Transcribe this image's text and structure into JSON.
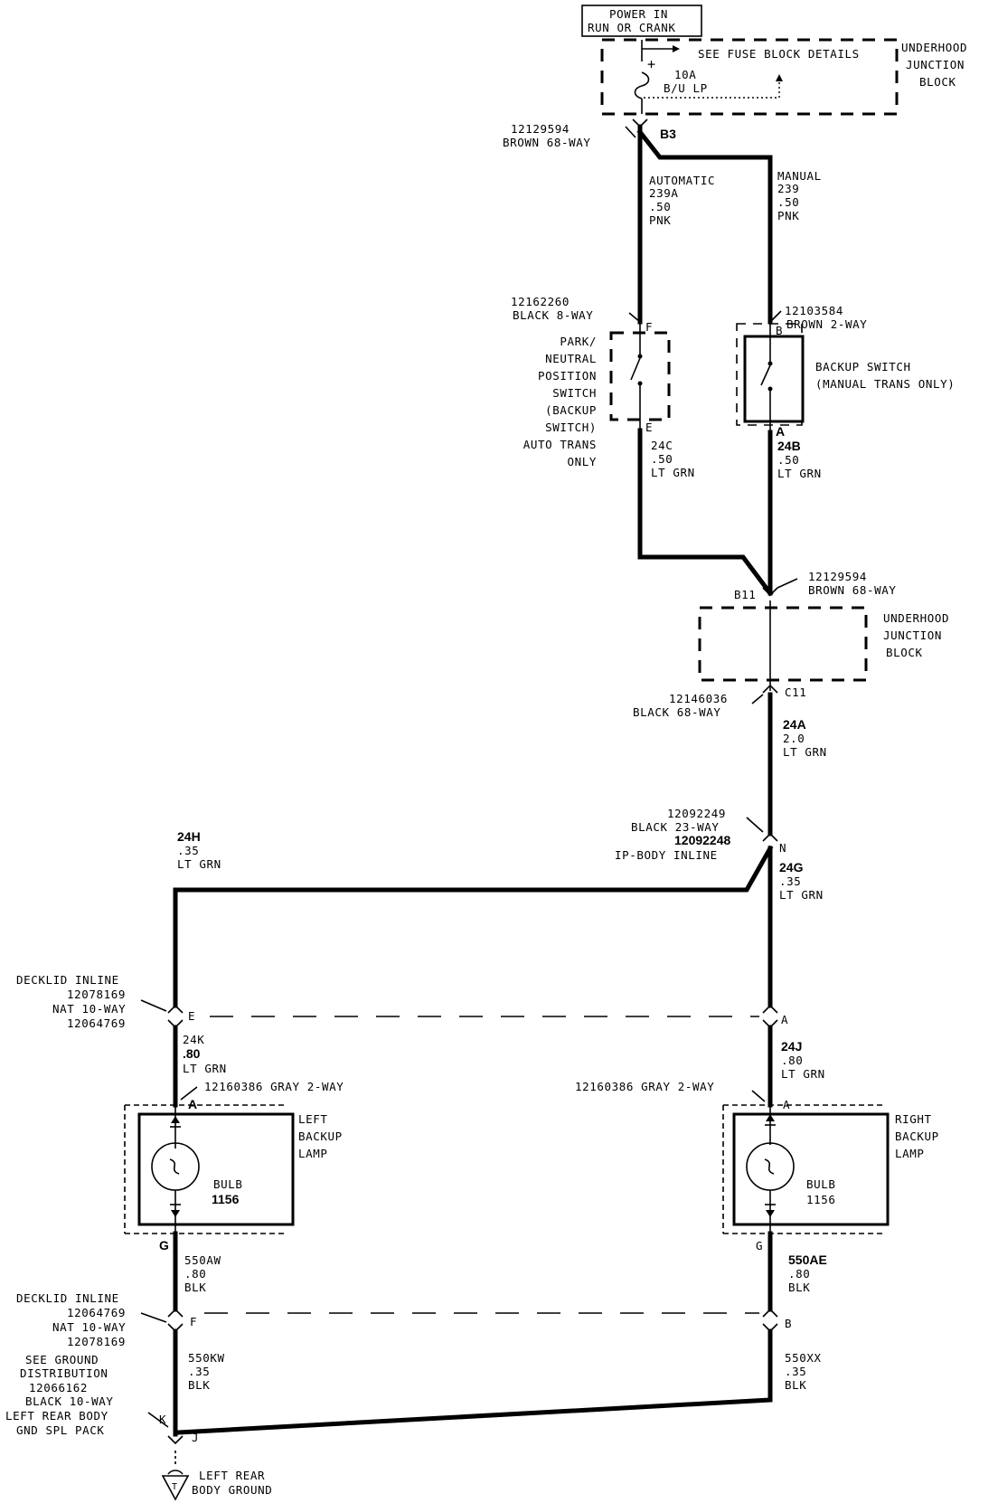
{
  "power_source": {
    "label_line1": "POWER IN",
    "label_line2": "RUN OR CRANK",
    "fuse_details": "SEE FUSE BLOCK DETAILS",
    "fuse_rating": "10A",
    "fuse_name": "B/U LP",
    "block_line1": "UNDERHOOD",
    "block_line2": "JUNCTION",
    "block_line3": "BLOCK"
  },
  "connector_b3": {
    "part_no": "12129594",
    "desc": "BROWN 68-WAY",
    "pin": "B3"
  },
  "wire_239a": {
    "line1": "AUTOMATIC",
    "line2": "239A",
    "line3": ".50",
    "line4": "PNK"
  },
  "wire_239": {
    "line1": "MANUAL",
    "line2": "239",
    "line3": ".50",
    "line4": "PNK"
  },
  "park_neutral_switch": {
    "part_no": "12162260",
    "desc": "BLACK 8-WAY",
    "pin_top": "F",
    "pin_bottom": "E",
    "label_lines": [
      "PARK/",
      "NEUTRAL",
      "POSITION",
      "SWITCH",
      "(BACKUP",
      "SWITCH)",
      "AUTO TRANS",
      "ONLY"
    ]
  },
  "backup_switch": {
    "part_no": "12103584",
    "desc": "BROWN 2-WAY",
    "pin_top": "B",
    "pin_bottom": "A",
    "label_line1": "BACKUP SWITCH",
    "label_line2": "(MANUAL TRANS ONLY)"
  },
  "wire_24c": {
    "line1": "24C",
    "line2": ".50",
    "line3": "LT GRN"
  },
  "wire_24b": {
    "line1": "24B",
    "line2": ".50",
    "line3": "LT GRN"
  },
  "connector_b11": {
    "part_no": "12129594",
    "desc": "BROWN 68-WAY",
    "pin": "B11"
  },
  "junction_block_2": {
    "line1": "UNDERHOOD",
    "line2": "JUNCTION",
    "line3": "BLOCK"
  },
  "connector_c11": {
    "part_no": "12146036",
    "desc": "BLACK 68-WAY",
    "pin": "C11"
  },
  "wire_24a": {
    "line1": "24A",
    "line2": "2.0",
    "line3": "LT GRN"
  },
  "ip_body_inline": {
    "part_no_1": "12092249",
    "desc": "BLACK 23-WAY",
    "part_no_2": "12092248",
    "name": "IP-BODY INLINE",
    "pin": "N"
  },
  "wire_24h": {
    "line1": "24H",
    "line2": ".35",
    "line3": "LT GRN"
  },
  "wire_24g": {
    "line1": "24G",
    "line2": ".35",
    "line3": "LT GRN"
  },
  "decklid_inline_1": {
    "name": "DECKLID INLINE",
    "part_no_1": "12078169",
    "desc": "NAT 10-WAY",
    "part_no_2": "12064769",
    "pin_left": "E",
    "pin_right": "A"
  },
  "wire_24k": {
    "line1": "24K",
    "line2": ".80",
    "line3": "LT GRN"
  },
  "wire_24j": {
    "line1": "24J",
    "line2": ".80",
    "line3": "LT GRN"
  },
  "left_lamp": {
    "connector": "12160386 GRAY 2-WAY",
    "pin_top": "A",
    "pin_bottom": "G",
    "label_line1": "LEFT",
    "label_line2": "BACKUP",
    "label_line3": "LAMP",
    "bulb_label": "BULB",
    "bulb_no": "1156"
  },
  "right_lamp": {
    "connector": "12160386 GRAY 2-WAY",
    "pin_top": "A",
    "pin_bottom": "G",
    "label_line1": "RIGHT",
    "label_line2": "BACKUP",
    "label_line3": "LAMP",
    "bulb_label": "BULB",
    "bulb_no": "1156"
  },
  "wire_550aw": {
    "line1": "550AW",
    "line2": ".80",
    "line3": "BLK"
  },
  "wire_550ae": {
    "line1": "550AE",
    "line2": ".80",
    "line3": "BLK"
  },
  "decklid_inline_2": {
    "name": "DECKLID INLINE",
    "part_no_1": "12064769",
    "desc": "NAT 10-WAY",
    "part_no_2": "12078169",
    "pin_left": "F",
    "pin_right": "B"
  },
  "wire_550kw": {
    "line1": "550KW",
    "line2": ".35",
    "line3": "BLK"
  },
  "wire_550xx": {
    "line1": "550XX",
    "line2": ".35",
    "line3": "BLK"
  },
  "ground_pack": {
    "line1": "SEE GROUND",
    "line2": "DISTRIBUTION",
    "part_no": "12066162",
    "desc": "BLACK 10-WAY",
    "name_line1": "LEFT REAR BODY",
    "name_line2": "GND SPL PACK",
    "pin_k": "K",
    "pin_j": "J"
  },
  "ground": {
    "symbol": "T",
    "line1": "LEFT REAR",
    "line2": "BODY GROUND"
  }
}
